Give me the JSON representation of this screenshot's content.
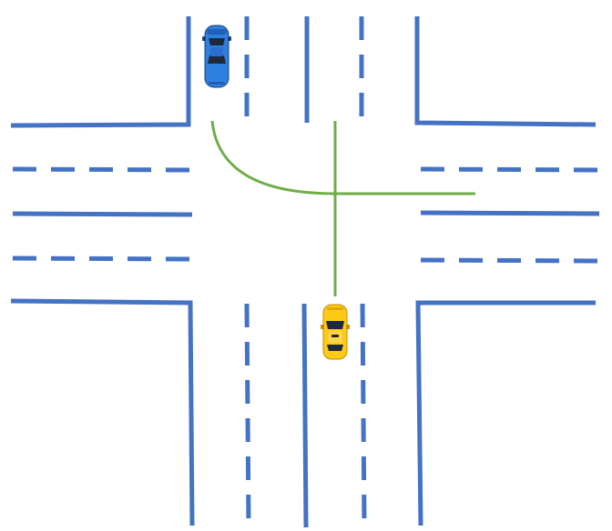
{
  "colors": {
    "background": "#ffffff",
    "lane_line": "#4472c4",
    "path": "#70ad47",
    "blue_car_body": "#2f7fe0",
    "blue_car_shade": "#1f5fb8",
    "yellow_car_body": "#ffc914",
    "yellow_car_shade": "#e0a800",
    "windshield": "#1c2a3a"
  },
  "vehicles": [
    {
      "id": "blue-car",
      "icon": "car-top-view",
      "color": "blue",
      "heading": "south"
    },
    {
      "id": "yellow-taxi",
      "icon": "taxi-top-view",
      "color": "yellow",
      "heading": "north"
    }
  ],
  "paths": [
    {
      "id": "blue-car-path",
      "vehicle": "blue-car",
      "maneuver": "left turn"
    },
    {
      "id": "yellow-taxi-path",
      "vehicle": "yellow-taxi",
      "maneuver": "straight"
    }
  ]
}
